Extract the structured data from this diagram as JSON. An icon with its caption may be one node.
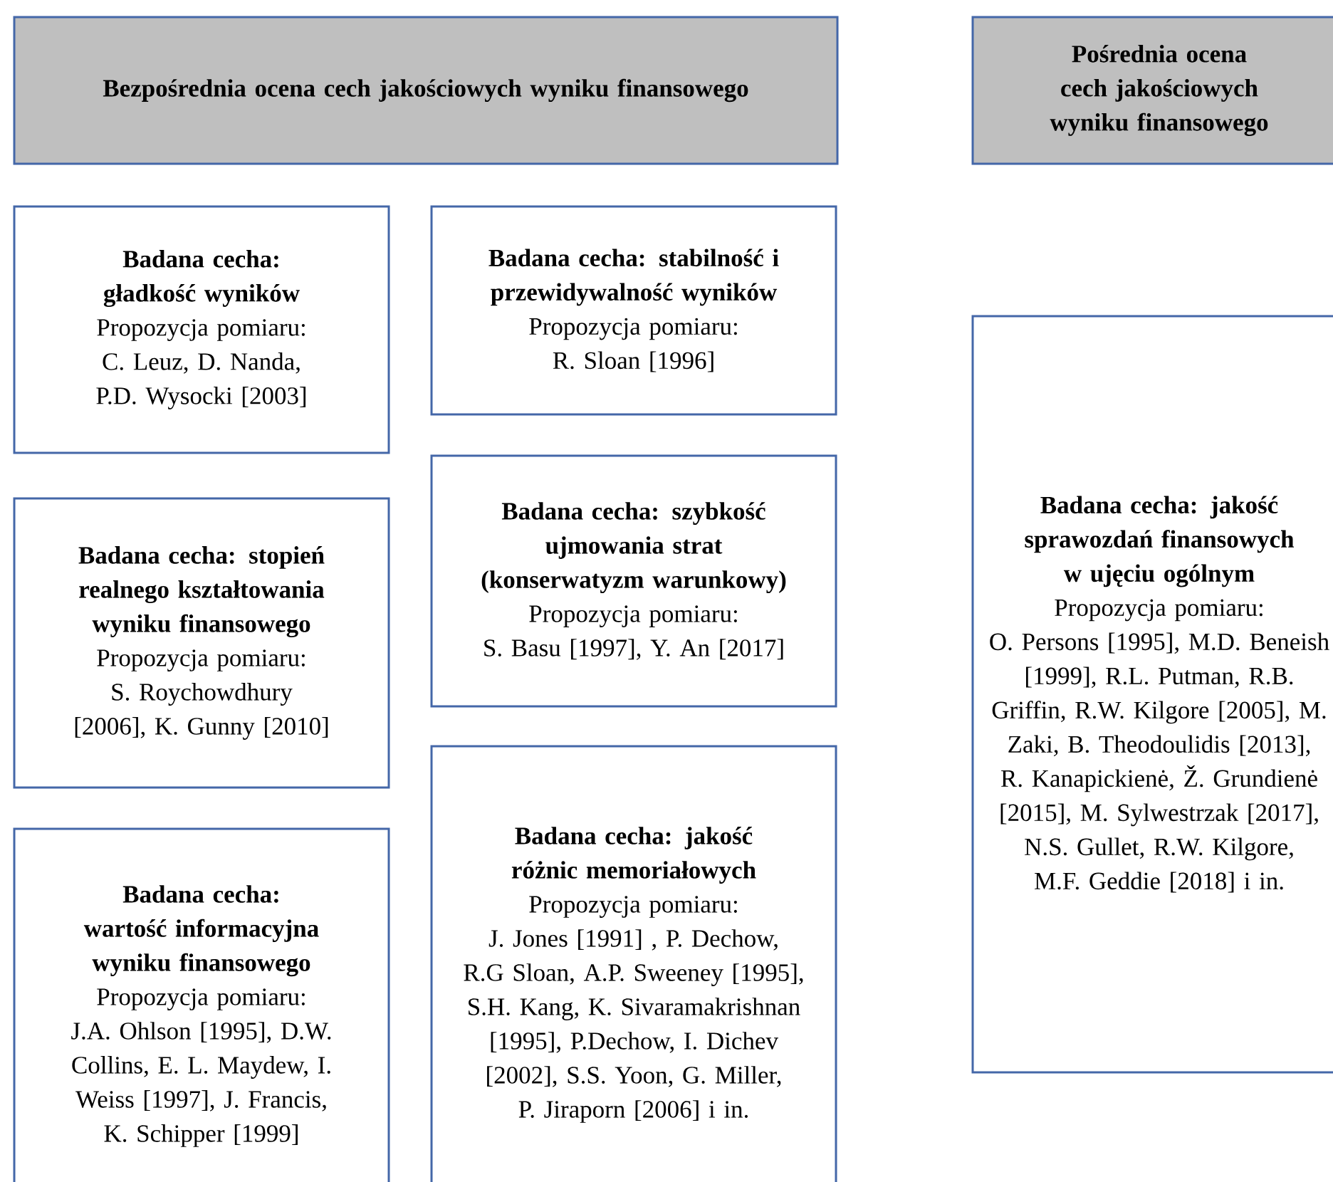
{
  "diagram": {
    "nodes": [
      {
        "text": [
          "Bezpośrednia ocena cech jakościowych wyniku finansowego"
        ]
      },
      {
        "text": [
          "Pośrednia ocena cech jakościowych wyniku finansowego"
        ]
      },
      {
        "text": [
          "Badana cecha: gładkość wyników",
          "Propozycja pomiaru:",
          "C. Leuz, D. Nanda, P.D. Wysocki [2003]"
        ]
      },
      {
        "text": [
          "Badana cecha: stabilność i przewidywalność wyników",
          "Propozycja pomiaru:",
          "R. Sloan [1996]"
        ]
      },
      {
        "text": [
          "Badana cecha: stopień realnego kształtowania wyniku finansowego",
          "Propozycja pomiaru:",
          "S. Roychowdhury [2006], K. Gunny [2010]"
        ]
      },
      {
        "text": [
          "Badana cecha: szybkość ujmowania strat (konserwatyzm warunkowy)",
          "Propozycja pomiaru:",
          "S. Basu [1997], Y. An [2017]"
        ]
      },
      {
        "text": [
          "Badana cecha: wartość informacyjna wyniku finansowego",
          "Propozycja pomiaru:",
          "J.A. Ohlson [1995], D.W. Collins, E. L. Maydew, I. Weiss [1997], J. Francis, K. Schipper [1999]"
        ]
      },
      {
        "text": [
          "Badana cecha: jakość różnic memoriałowych",
          "Propozycja pomiaru:",
          "J. Jones [1991] , P. Dechow, R.G Sloan, A.P. Sweeney [1995], S.H. Kang, K. Sivaramakrishnan [1995], P.Dechow, I. Dichev [2002], S.S. Yoon, G. Miller, P. Jiraporn [2006] i in."
        ]
      },
      {
        "text": [
          "Badana cecha: jakość sprawozdań finansowych w ujęciu ogólnym",
          "Propozycja pomiaru:",
          "O. Persons [1995], M.D. Beneish [1999], R.L. Putman, R.B. Griffin, R.W. Kilgore [2005], M. Zaki, B. Theodoulidis [2013], R. Kanapickienė, Ž. Grundienė [2015], M. Sylwestrzak [2017], N.S. Gullet, R.W. Kilgore, M.F. Geddie [2018] i in."
        ]
      }
    ]
  }
}
